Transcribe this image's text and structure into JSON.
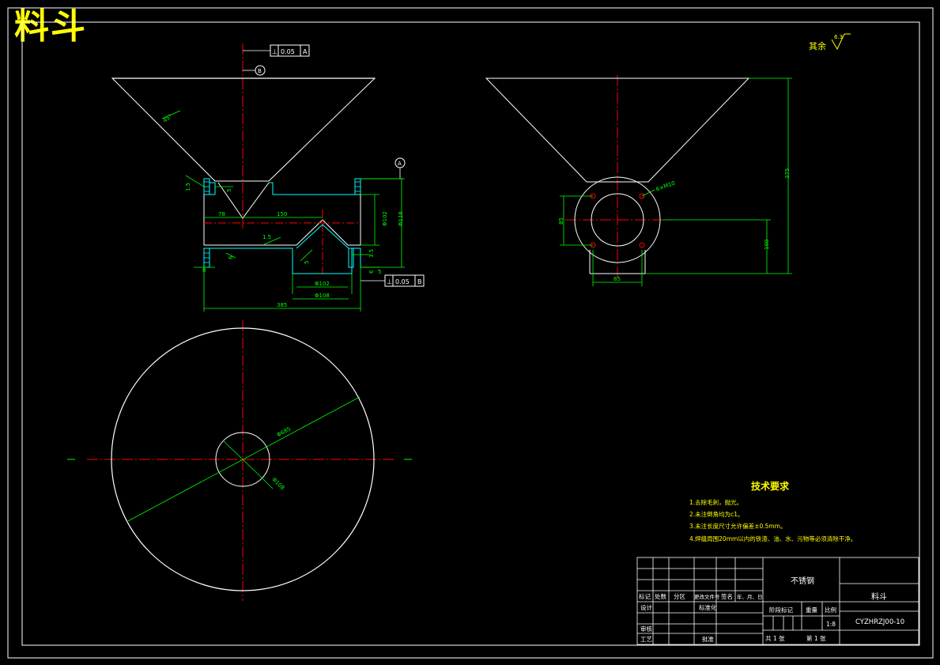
{
  "banner_title": "料斗",
  "colors": {
    "background": "#000000",
    "outline": "#ffffff",
    "dimension": "#00ff00",
    "centerline": "#ff0000",
    "section": "#00ffff",
    "title": "#ffff00"
  },
  "roughness": {
    "label": "其余",
    "value": "6.3"
  },
  "front_view": {
    "datum_b_label": "B",
    "top_tolerance": {
      "value": "0.05",
      "datum": "A"
    },
    "datum_a_label": "A",
    "bottom_tolerance": {
      "value": "0.05",
      "datum": "B"
    },
    "dims": {
      "cone_angle": "45°",
      "top_left_thickness": "1.5",
      "top_step": "5",
      "left_offset": "78",
      "mid_span": "150",
      "dia_outer_102": "Φ102",
      "dia_116": "Φ116",
      "inner_slope_thickness": "1.5",
      "bottom_left_step": "6",
      "bottom_mid_step": "5",
      "bottom_right_thickness": "1.5",
      "bottom_right_step": "6",
      "right_step": "5",
      "left_bottom": "8",
      "dia_102_bottom": "Φ102",
      "dia_108": "Φ108",
      "total_width": "385"
    }
  },
  "side_view": {
    "holes_label": "6×M10",
    "height_total": "375",
    "height_lower": "100",
    "left_dim": "85",
    "bottom_dim": "85"
  },
  "plan_view": {
    "dia_large": "Φ685",
    "dia_small": "Φ108"
  },
  "tech_requirements": {
    "title": "技术要求",
    "items": [
      "1.去除毛刺，抛光。",
      "2.未注倒角均为c1。",
      "3.未注长度尺寸允许偏差±0.5mm。",
      "4.焊缝周围20mm以内的铁渣、油、水、污物等必须清除干净。"
    ]
  },
  "title_block": {
    "material": "不锈钢",
    "part_name": "料斗",
    "drawing_number": "CYZHRZJ00-10",
    "scale": "1:8",
    "headers": [
      "标记",
      "处数",
      "分区",
      "更改文件号",
      "签名",
      "年、月、日"
    ],
    "design": "设计",
    "standardize": "标准化",
    "stage_marks": "阶段标记",
    "weight": "重量",
    "scale_label": "比例",
    "review": "审核",
    "process": "工艺",
    "approve": "批准",
    "sheets": "共 1 张",
    "sheet_no": "第 1 张"
  }
}
